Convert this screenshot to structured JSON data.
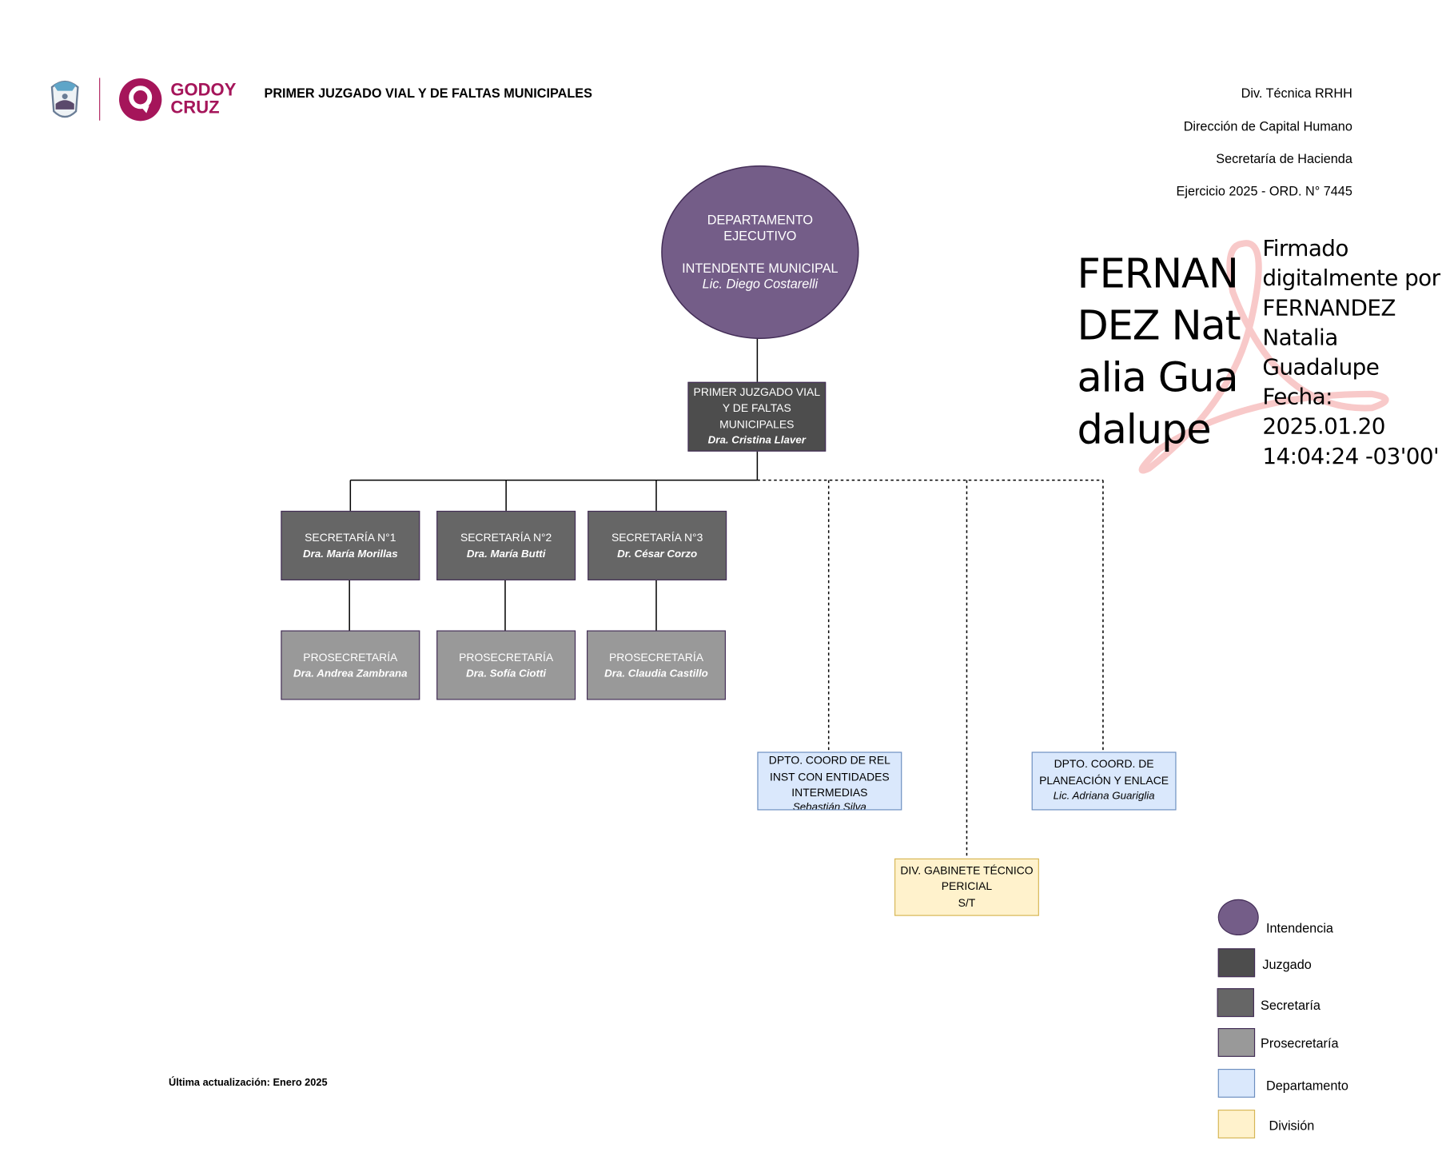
{
  "header": {
    "logo_text_line1": "GODOY",
    "logo_text_line2": "CRUZ",
    "title": "PRIMER JUZGADO VIAL Y DE FALTAS MUNICIPALES",
    "right_lines": [
      "Div. Técnica RRHH",
      "Dirección de Capital Humano",
      "Secretaría de Hacienda",
      "Ejercicio 2025 - ORD. N° 7445"
    ]
  },
  "signature": {
    "name_big": "FERNANDEZ Natalia Guadalupe",
    "line1": "Firmado",
    "line2": "digitalmente por",
    "line3": "FERNANDEZ",
    "line4": "Natalia",
    "line5": "Guadalupe",
    "line6": "Fecha:",
    "line7": "2025.01.20",
    "line8": "14:04:24 -03'00'"
  },
  "chart": {
    "executive": {
      "line1": "DEPARTAMENTO",
      "line2": "EJECUTIVO",
      "line3": "INTENDENTE MUNICIPAL",
      "name": "Lic. Diego Costarelli"
    },
    "juzgado": {
      "line1": "PRIMER JUZGADO VIAL",
      "line2": "Y DE FALTAS",
      "line3": "MUNICIPALES",
      "name": "Dra. Cristina Llaver"
    },
    "secretarias": [
      {
        "title": "SECRETARÍA N°1",
        "name": "Dra. María Morillas"
      },
      {
        "title": "SECRETARÍA N°2",
        "name": "Dra. María Butti"
      },
      {
        "title": "SECRETARÍA N°3",
        "name": "Dr. César Corzo"
      }
    ],
    "prosecretarias": [
      {
        "title": "PROSECRETARÍA",
        "name": "Dra. Andrea Zambrana"
      },
      {
        "title": "PROSECRETARÍA",
        "name": "Dra. Sofía Ciotti"
      },
      {
        "title": "PROSECRETARÍA",
        "name": "Dra. Claudia Castillo"
      }
    ],
    "dpto_rel": {
      "line1": "DPTO. COORD DE REL",
      "line2": "INST CON ENTIDADES",
      "line3": "INTERMEDIAS",
      "name": "Sebastián Silva"
    },
    "dpto_plan": {
      "line1": "DPTO. COORD. DE",
      "line2": "PLANEACIÓN Y ENLACE",
      "name": "Lic. Adriana Guariglia"
    },
    "division": {
      "line1": "DIV. GABINETE TÉCNICO",
      "line2": "PERICIAL",
      "name": "S/T"
    }
  },
  "legend": {
    "items": [
      "Intendencia",
      "Juzgado",
      "Secretaría",
      "Prosecretaría",
      "Departamento",
      "División"
    ],
    "colors": [
      "#745d88",
      "#4d4d4d",
      "#666666",
      "#999999",
      "#dae8fc",
      "#fff2cc"
    ]
  },
  "footer": {
    "updated": "Última actualización: Enero 2025"
  }
}
